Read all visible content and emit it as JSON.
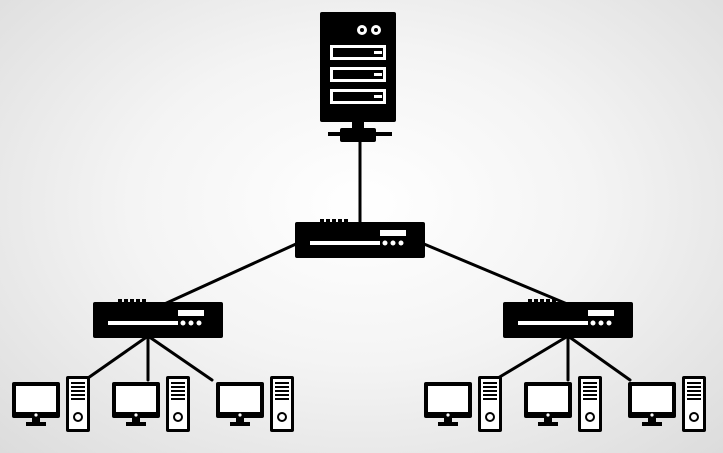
{
  "diagram": {
    "type": "network-topology",
    "colors": {
      "device": "#000000",
      "device_detail": "#ffffff",
      "link": "#000000",
      "background": "#ececec"
    },
    "icons": {
      "server": "server-icon",
      "switch": "network-switch-icon",
      "monitor": "monitor-icon",
      "tower": "pc-tower-icon"
    },
    "nodes": [
      {
        "id": "server",
        "kind": "server"
      },
      {
        "id": "core-switch",
        "kind": "switch"
      },
      {
        "id": "left-switch",
        "kind": "switch"
      },
      {
        "id": "right-switch",
        "kind": "switch"
      },
      {
        "id": "workstation-left-1",
        "kind": "workstation"
      },
      {
        "id": "workstation-left-2",
        "kind": "workstation"
      },
      {
        "id": "workstation-left-3",
        "kind": "workstation"
      },
      {
        "id": "workstation-right-1",
        "kind": "workstation"
      },
      {
        "id": "workstation-right-2",
        "kind": "workstation"
      },
      {
        "id": "workstation-right-3",
        "kind": "workstation"
      }
    ],
    "edges": [
      {
        "from": "server",
        "to": "core-switch"
      },
      {
        "from": "core-switch",
        "to": "left-switch"
      },
      {
        "from": "core-switch",
        "to": "right-switch"
      },
      {
        "from": "left-switch",
        "to": "workstation-left-1"
      },
      {
        "from": "left-switch",
        "to": "workstation-left-2"
      },
      {
        "from": "left-switch",
        "to": "workstation-left-3"
      },
      {
        "from": "right-switch",
        "to": "workstation-right-1"
      },
      {
        "from": "right-switch",
        "to": "workstation-right-2"
      },
      {
        "from": "right-switch",
        "to": "workstation-right-3"
      }
    ]
  }
}
